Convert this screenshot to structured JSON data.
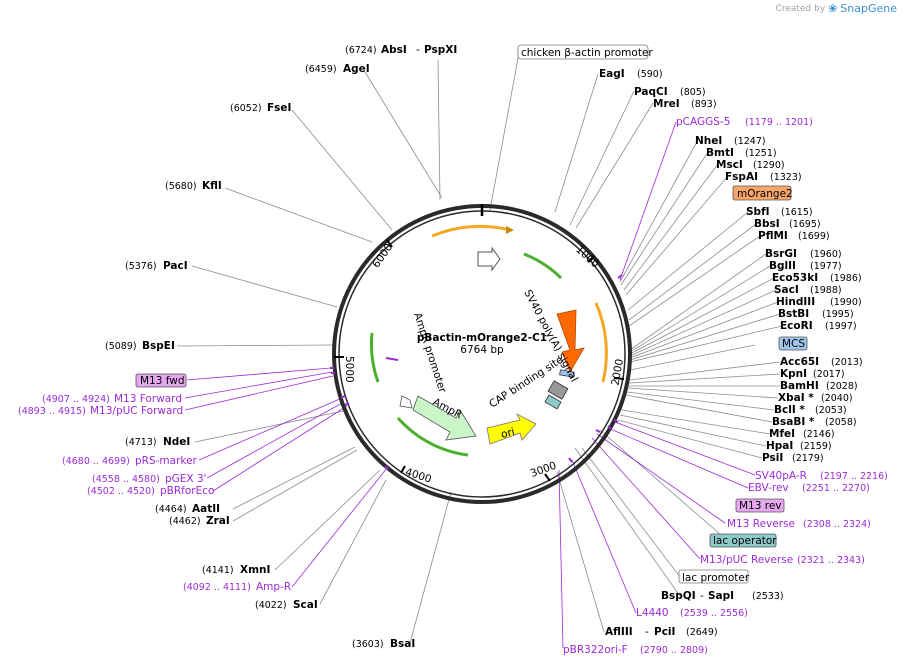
{
  "credit": {
    "prefix": "Created by",
    "brand": "SnapGene"
  },
  "plasmid": {
    "name": "pBactin-mOrange2-C1",
    "size": "6764 bp"
  },
  "ticks": [
    "1000",
    "2000",
    "3000",
    "4000",
    "5000",
    "6000"
  ],
  "features": {
    "sv40_polya": "SV40 poly(A) signal",
    "cap_site": "CAP binding site",
    "ampr_promoter": "AmpR promoter",
    "ampr": "AmpR",
    "ori": "ori"
  },
  "sites": [
    {
      "name": "AbsI",
      "pos": "(6724)"
    },
    {
      "name": "PspXI",
      "pos": ""
    },
    {
      "name": "AgeI",
      "pos": "(6459)"
    },
    {
      "name": "FseI",
      "pos": "(6052)"
    },
    {
      "name": "KflI",
      "pos": "(5680)"
    },
    {
      "name": "PacI",
      "pos": "(5376)"
    },
    {
      "name": "BspEI",
      "pos": "(5089)"
    },
    {
      "name": "NdeI",
      "pos": "(4713)"
    },
    {
      "name": "AatII",
      "pos": "(4464)"
    },
    {
      "name": "ZraI",
      "pos": "(4462)"
    },
    {
      "name": "XmnI",
      "pos": "(4141)"
    },
    {
      "name": "ScaI",
      "pos": "(4022)"
    },
    {
      "name": "BsaI",
      "pos": "(3603)"
    },
    {
      "name": "EagI",
      "pos": "(590)"
    },
    {
      "name": "PaqCI",
      "pos": "(805)"
    },
    {
      "name": "MreI",
      "pos": "(893)"
    },
    {
      "name": "NheI",
      "pos": "(1247)"
    },
    {
      "name": "BmtI",
      "pos": "(1251)"
    },
    {
      "name": "MscI",
      "pos": "(1290)"
    },
    {
      "name": "FspAI",
      "pos": "(1323)"
    },
    {
      "name": "SbfI",
      "pos": "(1615)"
    },
    {
      "name": "BbsI",
      "pos": "(1695)"
    },
    {
      "name": "PflMI",
      "pos": "(1699)"
    },
    {
      "name": "BsrGI",
      "pos": "(1960)"
    },
    {
      "name": "BglII",
      "pos": "(1977)"
    },
    {
      "name": "Eco53kI",
      "pos": "(1986)"
    },
    {
      "name": "SacI",
      "pos": "(1988)"
    },
    {
      "name": "HindIII",
      "pos": "(1990)"
    },
    {
      "name": "BstBI",
      "pos": "(1995)"
    },
    {
      "name": "EcoRI",
      "pos": "(1997)"
    },
    {
      "name": "Acc65I",
      "pos": "(2013)"
    },
    {
      "name": "KpnI",
      "pos": "(2017)"
    },
    {
      "name": "BamHI",
      "pos": "(2028)"
    },
    {
      "name": "XbaI *",
      "pos": "(2040)"
    },
    {
      "name": "BclI *",
      "pos": "(2053)"
    },
    {
      "name": "BsaBI *",
      "pos": "(2058)"
    },
    {
      "name": "MfeI",
      "pos": "(2146)"
    },
    {
      "name": "HpaI",
      "pos": "(2159)"
    },
    {
      "name": "PsiI",
      "pos": "(2179)"
    },
    {
      "name": "BspQI",
      "pos": ""
    },
    {
      "name": "SapI",
      "pos": "(2533)"
    },
    {
      "name": "AflIII",
      "pos": ""
    },
    {
      "name": "PciI",
      "pos": "(2649)"
    }
  ],
  "primers": [
    {
      "name": "pCAGGS-5",
      "pos": "(1179 .. 1201)"
    },
    {
      "name": "SV40pA-R",
      "pos": "(2197 .. 2216)"
    },
    {
      "name": "EBV-rev",
      "pos": "(2251 .. 2270)"
    },
    {
      "name": "M13 Reverse",
      "pos": "(2308 .. 2324)"
    },
    {
      "name": "M13/pUC Reverse",
      "pos": "(2321 .. 2343)"
    },
    {
      "name": "L4440",
      "pos": "(2539 .. 2556)"
    },
    {
      "name": "pBR322ori-F",
      "pos": "(2790 .. 2809)"
    },
    {
      "name": "M13 Forward",
      "pos": "(4907 .. 4924)"
    },
    {
      "name": "M13/pUC Forward",
      "pos": "(4893 .. 4915)"
    },
    {
      "name": "pRS-marker",
      "pos": "(4680 .. 4699)"
    },
    {
      "name": "pGEX 3'",
      "pos": "(4558 .. 4580)"
    },
    {
      "name": "pBRforEco",
      "pos": "(4502 .. 4520)"
    },
    {
      "name": "Amp-R",
      "pos": "(4092 .. 4111)"
    }
  ],
  "boxed": {
    "chicken_promoter": "chicken β-actin promoter",
    "morange2": "mOrange2",
    "mcs": "MCS",
    "m13fwd": "M13 fwd",
    "m13rev": "M13 rev",
    "lac_operator": "lac operator",
    "lac_promoter": "lac promoter"
  },
  "colors": {
    "backbone": "#2a2a2a",
    "purple": "#9b2bd6",
    "orange_feature": "#ff6a00",
    "promoter_gold": "#f5a623",
    "green_arrow": "#4caf2e",
    "ampr_fill": "#c9f5c9",
    "ori_fill": "#ffff00",
    "mcs_fill": "#9fc7ee",
    "m13_fill": "#e7a7f0",
    "lac_op_fill": "#8ec9c9",
    "morange_fill": "#f8a56b"
  }
}
